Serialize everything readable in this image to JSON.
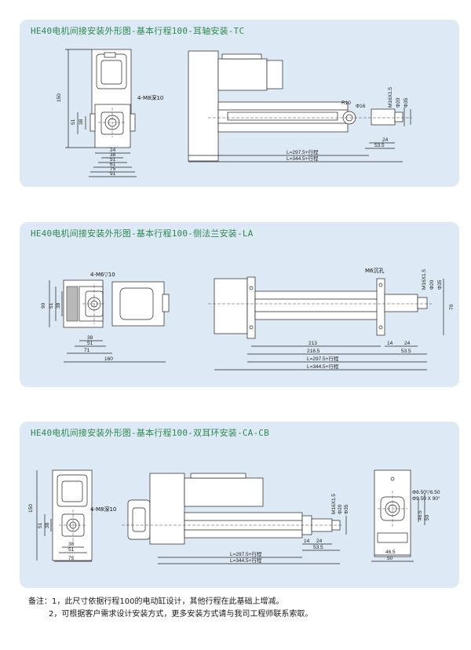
{
  "panels": [
    {
      "title": "HE40电机间接安装外形图-基本行程100-耳轴安装-TC",
      "dims": {
        "d150": "150",
        "d51": "51",
        "d38v": "38",
        "d24": "24",
        "d38": "38",
        "d51h": "51",
        "d61": "61",
        "d75": "75",
        "d91": "91",
        "hole": "4-M8深10",
        "r10": "R10",
        "d16": "Φ16",
        "thread": "M16X1.5",
        "d20": "Φ20",
        "d35": "Φ35",
        "d53_5": "53.5",
        "d24b": "24",
        "L1": "L=297.5+行程",
        "L2": "L=344.5+行程"
      }
    },
    {
      "title": "HE40电机间接安装外形图-基本行程100-侧法兰安装-LA",
      "dims": {
        "hole": "4-M6▽10",
        "d90": "90",
        "d51v": "51",
        "d38v": "38",
        "d38": "38",
        "d51": "51",
        "d71": "71",
        "d160": "160",
        "countersink": "M6沉孔",
        "thread": "M16X1.5",
        "d20": "Φ20",
        "d35": "Φ35",
        "d70": "70",
        "d213": "213",
        "d218_5": "218.5",
        "d14": "14",
        "d24": "24",
        "d53_5": "53.5",
        "L1": "L=297.5+行程",
        "L2": "L=344.5+行程"
      }
    },
    {
      "title": "HE40电机间接安装外形图-基本行程100-双耳环安装-CA-CB",
      "dims": {
        "d150": "150",
        "d51v": "51",
        "d38v": "38",
        "hole": "4-M8深10",
        "d38": "38",
        "d51": "51",
        "d75": "75",
        "thread": "M16X1.5",
        "d20": "Φ20",
        "d35": "Φ35",
        "d14": "14",
        "d24": "24",
        "d53_5": "53.5",
        "L1": "L=297.5+行程",
        "L2": "L=344.5+行程",
        "pin1": "Φ8.50▽6.50",
        "pin2": "Φ9.50 X 90°",
        "d46_5v": "46.5",
        "d50v": "50",
        "d46_5": "46.5",
        "d50": "50"
      }
    }
  ],
  "notes": {
    "line1": "备注：1，此尺寸依据行程100的电动缸设计，其他行程在此基础上增减。",
    "line2": "2，可根据客户需求设计安装方式，更多安装方式请与我司工程师联系索取。"
  },
  "colors": {
    "panel_bg": "#dde9f4",
    "title": "#2f8a52",
    "line": "#222222"
  }
}
